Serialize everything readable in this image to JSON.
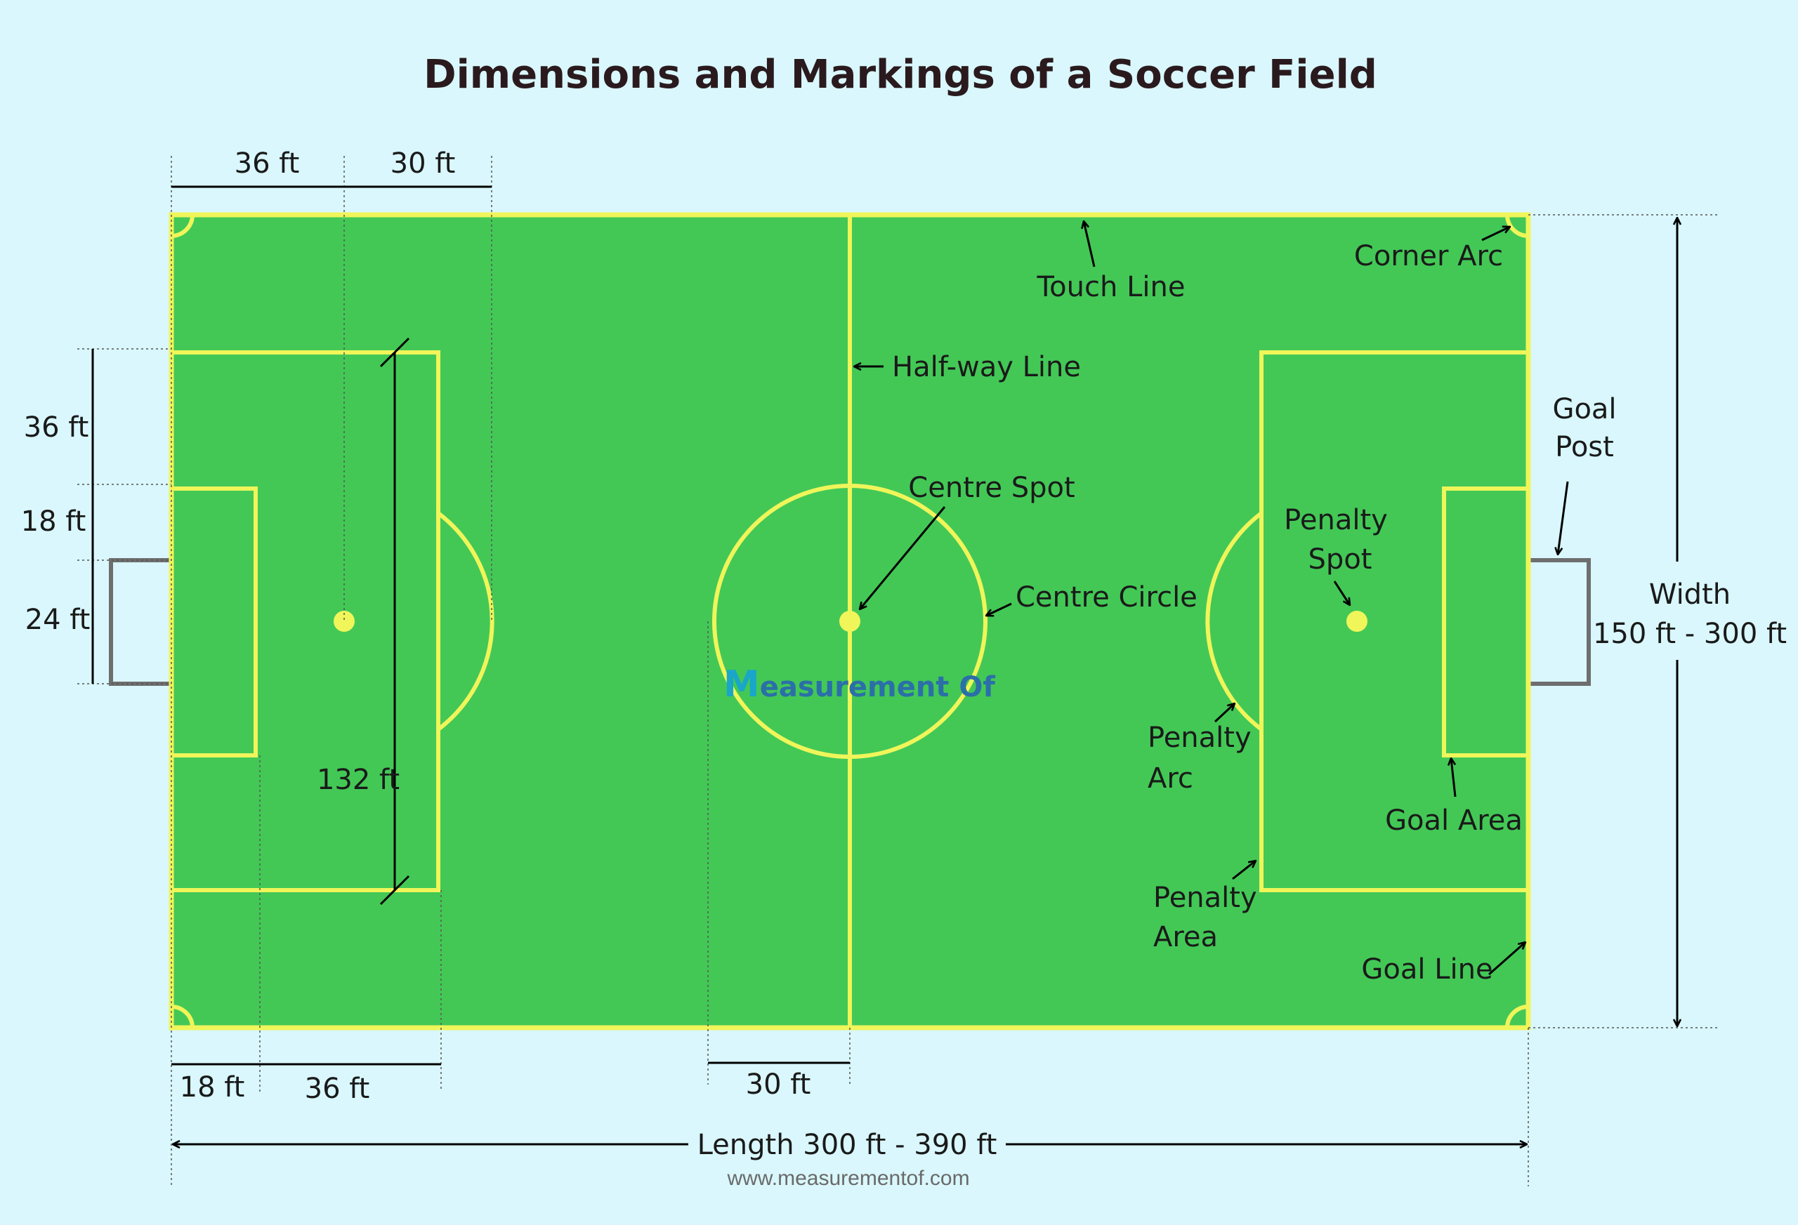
{
  "title": "Dimensions and Markings of a Soccer Field",
  "url": "www.measurementof.com",
  "watermark": {
    "initial": "M",
    "rest": "easurement Of"
  },
  "dimensions": {
    "top_left": "36 ft",
    "top_right": "30 ft",
    "side_36": "36 ft",
    "side_18": "18 ft",
    "side_24": "24 ft",
    "penalty_width": "132 ft",
    "bottom_18": "18 ft",
    "bottom_36": "36 ft",
    "bottom_30": "30 ft",
    "length": "Length 300 ft - 390 ft",
    "width_line1": "Width",
    "width_line2": "150 ft - 300 ft"
  },
  "labels": {
    "touch_line": "Touch Line",
    "corner_arc": "Corner Arc",
    "halfway_line": "Half-way Line",
    "goal_post_1": "Goal",
    "goal_post_2": "Post",
    "centre_spot": "Centre Spot",
    "penalty_spot_1": "Penalty",
    "penalty_spot_2": "Spot",
    "centre_circle": "Centre Circle",
    "penalty_arc_1": "Penalty",
    "penalty_arc_2": "Arc",
    "goal_area": "Goal Area",
    "penalty_area_1": "Penalty",
    "penalty_area_2": "Area",
    "goal_line": "Goal Line"
  },
  "colors": {
    "background": "#d9f7fc",
    "pitch": "#43c856",
    "lines": "#f0f55a",
    "goal_post": "#6e6e6e",
    "annotation": "#000000"
  }
}
